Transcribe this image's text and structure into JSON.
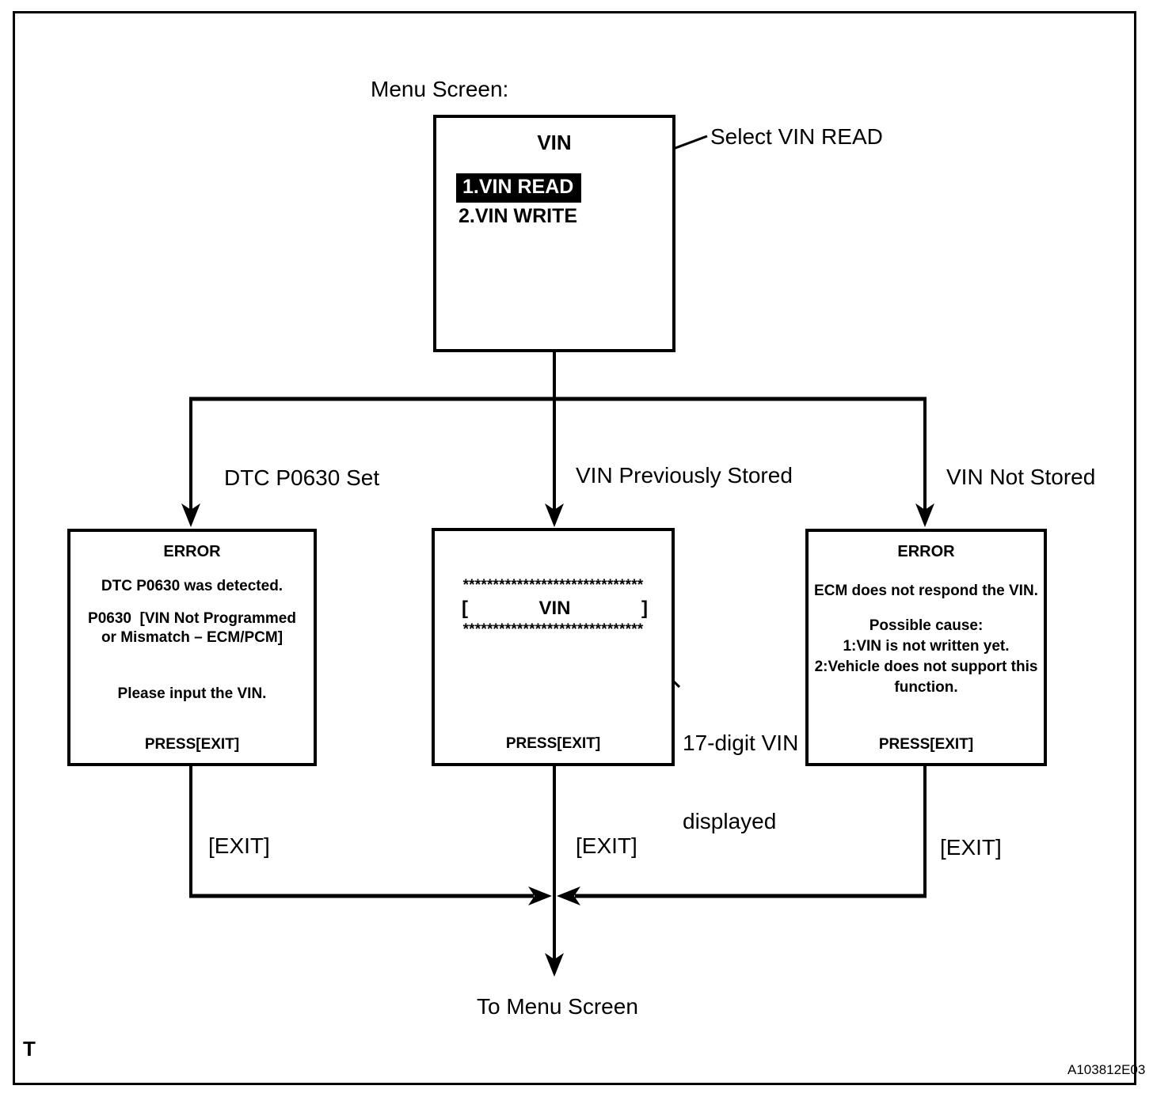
{
  "page": {
    "menu_screen_label": "Menu Screen:",
    "select_vin_read_label": "Select VIN READ",
    "to_menu_screen_label": "To Menu Screen",
    "page_marker": "T",
    "figure_id": "A103812E03"
  },
  "colors": {
    "ink": "#000000",
    "paper": "#ffffff",
    "highlight_bg": "#000000",
    "highlight_text": "#ffffff"
  },
  "menu_box": {
    "title": "VIN",
    "items": [
      {
        "label": "1.VIN READ",
        "highlighted": true
      },
      {
        "label": "2.VIN WRITE",
        "highlighted": false
      }
    ]
  },
  "branches": [
    {
      "label": "DTC P0630 Set"
    },
    {
      "label": "VIN Previously Stored"
    },
    {
      "label": "VIN Not Stored"
    }
  ],
  "error_box_dtc": {
    "title": "ERROR",
    "line1": "DTC P0630 was detected.",
    "line2": "P0630  [VIN Not Programmed",
    "line3": "or Mismatch – ECM/PCM]",
    "line4": "Please input the VIN.",
    "footer": "PRESS[EXIT]"
  },
  "vin_display_box": {
    "stars_top": "******************************",
    "bracket_open": "[",
    "label": "VIN",
    "bracket_close": "]",
    "stars_bottom": "******************************",
    "footer": "PRESS[EXIT]"
  },
  "vin_annotation": {
    "line1": "17-digit VIN",
    "line2": "displayed"
  },
  "error_box_ecm": {
    "title": "ERROR",
    "line1": "ECM does not respond the VIN.",
    "line2": "Possible cause:",
    "line3": "1:VIN is not written yet.",
    "line4": "2:Vehicle does not support this",
    "line5": "function.",
    "footer": "PRESS[EXIT]"
  },
  "exit_labels": [
    "[EXIT]",
    "[EXIT]",
    "[EXIT]"
  ]
}
